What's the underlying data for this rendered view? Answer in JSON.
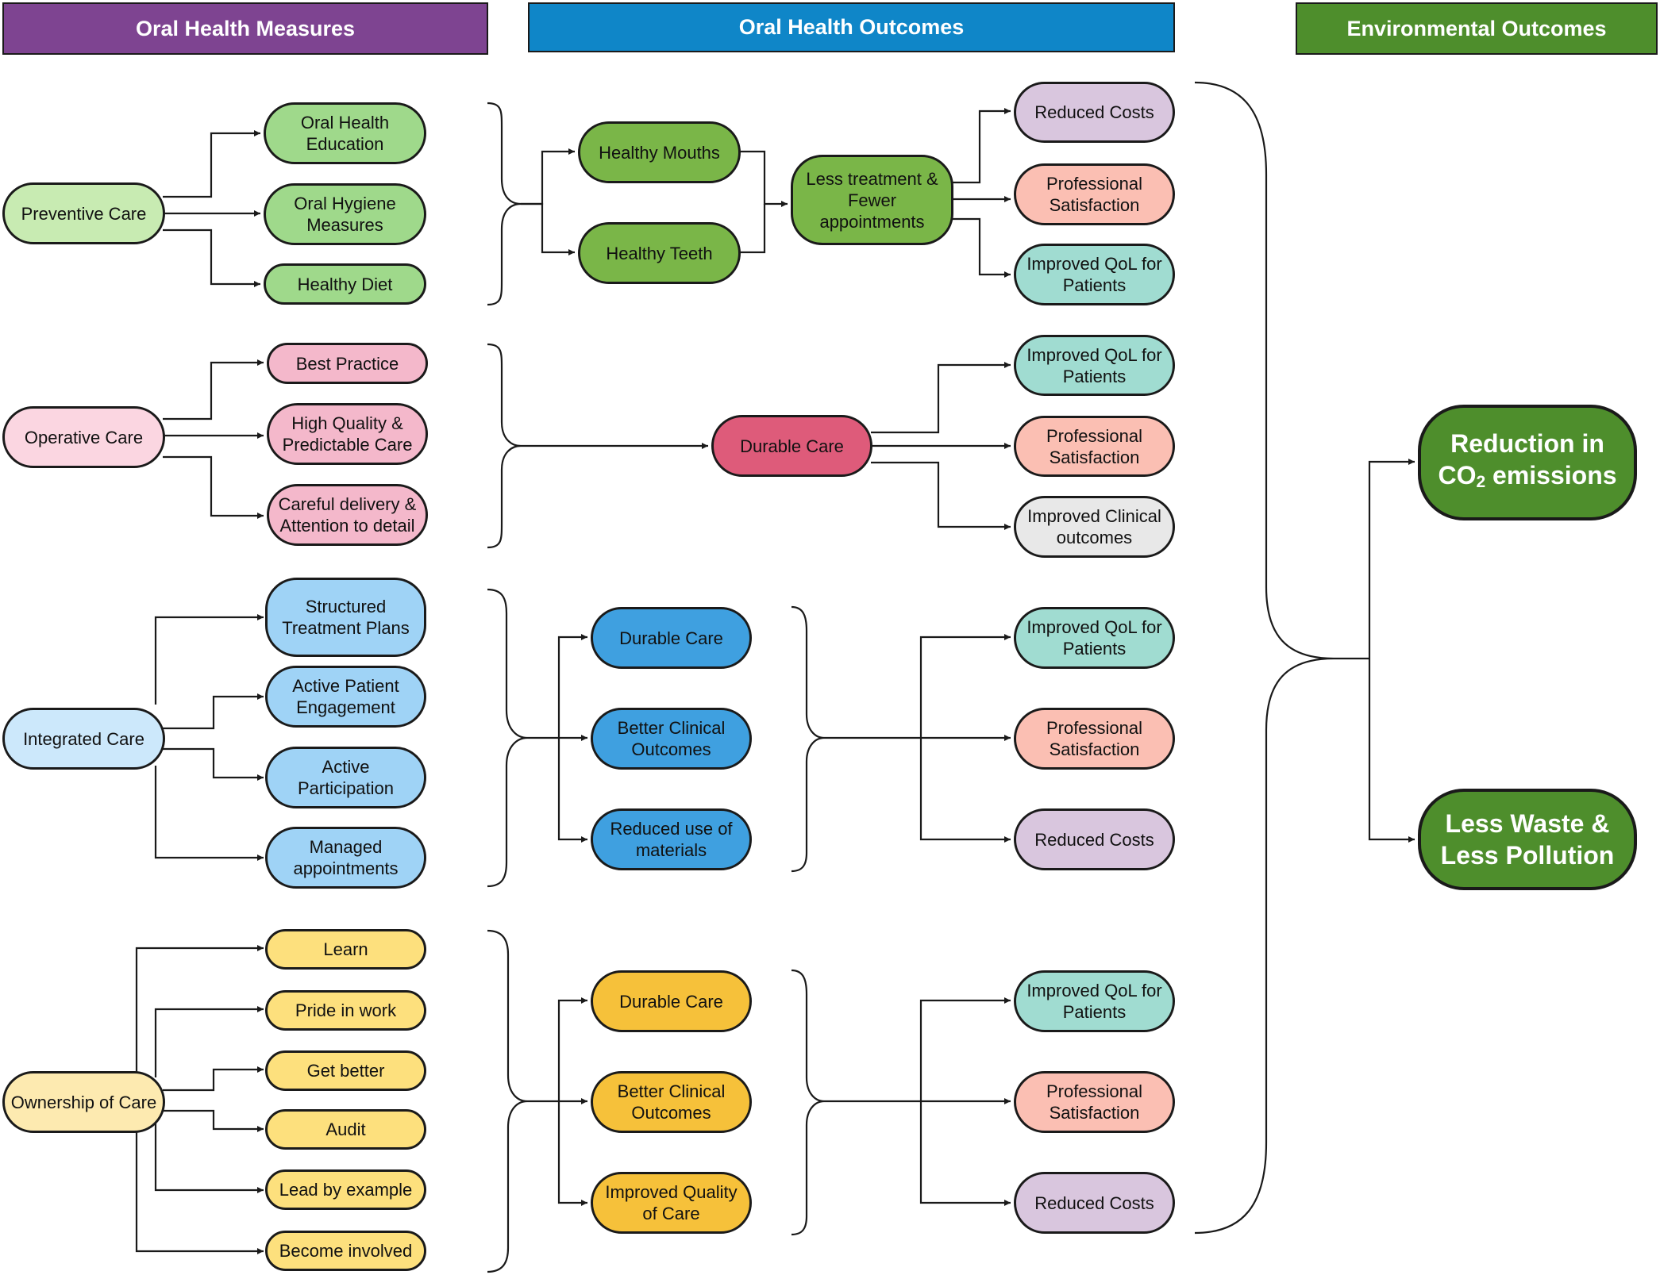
{
  "colors": {
    "preventive_light": "#c8ebb2",
    "preventive": "#9fd98b",
    "outcome_green": "#7ab648",
    "operative_light": "#fbd6e1",
    "operative": "#f4b8cb",
    "durable_red": "#de5b7a",
    "integrated_light": "#cce8fb",
    "integrated": "#9fd3f6",
    "integrated_out": "#3fa0e0",
    "ownership_light": "#fdeab0",
    "ownership": "#fde07d",
    "ownership_out": "#f6c13a",
    "cost": "#d9c6de",
    "satisfaction": "#fbbfb3",
    "qol": "#a0dcd1",
    "clinical": "#e8e8e8",
    "env": "#4e8e2c",
    "hdr_measures": "#7e4491",
    "hdr_outcomes": "#0f86c8",
    "hdr_env": "#4e8e2c"
  },
  "headers": {
    "measures": "Oral Health Measures",
    "outcomes": "Oral Health Outcomes",
    "environmental": "Environmental Outcomes"
  },
  "preventive": {
    "main": "Preventive Care",
    "items": [
      "Oral Health\nEducation",
      "Oral Hygiene\nMeasures",
      "Healthy Diet"
    ],
    "outcomes": [
      "Healthy Mouths",
      "Healthy Teeth"
    ],
    "combined": "Less treatment &\nFewer\nappointments",
    "results": [
      "Reduced Costs",
      "Professional\nSatisfaction",
      "Improved QoL for\nPatients"
    ]
  },
  "operative": {
    "main": "Operative Care",
    "items": [
      "Best Practice",
      "High Quality &\nPredictable Care",
      "Careful delivery &\nAttention to detail"
    ],
    "outcome": "Durable Care",
    "results": [
      "Improved QoL for\nPatients",
      "Professional\nSatisfaction",
      "Improved Clinical\noutcomes"
    ]
  },
  "integrated": {
    "main": "Integrated Care",
    "items": [
      "Structured\nTreatment Plans",
      "Active Patient\nEngagement",
      "Active\nParticipation",
      "Managed\nappointments"
    ],
    "outcomes": [
      "Durable Care",
      "Better Clinical\nOutcomes",
      "Reduced use of\nmaterials"
    ],
    "results": [
      "Improved QoL for\nPatients",
      "Professional\nSatisfaction",
      "Reduced Costs"
    ]
  },
  "ownership": {
    "main": "Ownership of Care",
    "items": [
      "Learn",
      "Pride in work",
      "Get better",
      "Audit",
      "Lead by example",
      "Become involved"
    ],
    "outcomes": [
      "Durable Care",
      "Better Clinical\nOutcomes",
      "Improved Quality\nof Care"
    ],
    "results": [
      "Improved QoL for\nPatients",
      "Professional\nSatisfaction",
      "Reduced Costs"
    ]
  },
  "environmental": {
    "co2_line1": "Reduction in",
    "co2_prefix": "CO",
    "co2_sub": "2",
    "co2_suffix": " emissions",
    "waste": "Less Waste &\nLess Pollution"
  }
}
